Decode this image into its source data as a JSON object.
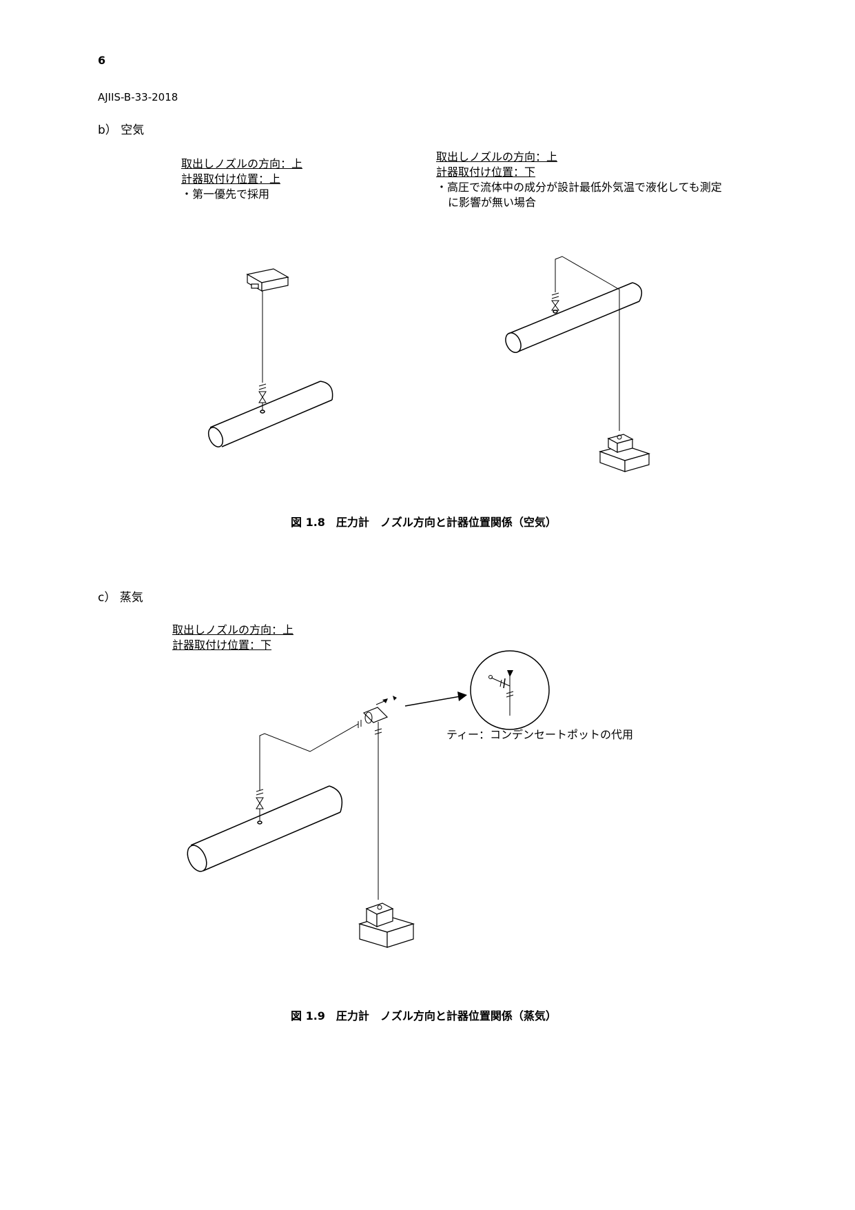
{
  "header": {
    "page_number": "6",
    "doc_id": "AJIIS-B-33-2018"
  },
  "section_b": {
    "heading": "b） 空気",
    "left_note": {
      "line1": "取出しノズルの方向：上",
      "line2": "計器取付け位置：上",
      "line3": "・第一優先で採用"
    },
    "right_note": {
      "line1": "取出しノズルの方向：上",
      "line2": "計器取付け位置：下",
      "line3": "・高圧で流体中の成分が設計最低外気温で液化しても測定",
      "line4": "に影響が無い場合"
    },
    "caption": "図 1.8　圧力計　ノズル方向と計器位置関係（空気）"
  },
  "section_c": {
    "heading": "c） 蒸気",
    "note": {
      "line1": "取出しノズルの方向：上",
      "line2": "計器取付け位置：下"
    },
    "detail_label": "ティー：コンデンセートポットの代用",
    "caption": "図 1.9　圧力計　ノズル方向と計器位置関係（蒸気）"
  }
}
